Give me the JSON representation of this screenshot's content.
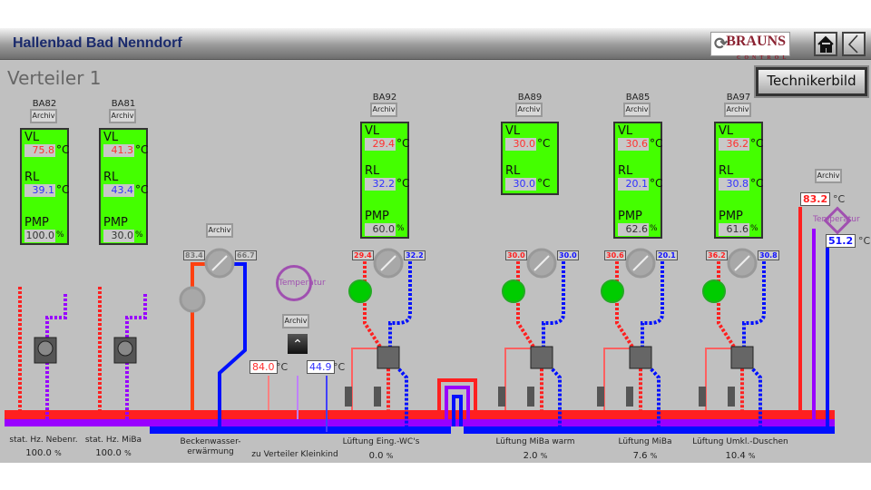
{
  "header": {
    "title": "Hallenbad Bad Nenndorf",
    "logo_text": "BRAUNS",
    "logo_sub": "CONTROL",
    "home_icon": "home-icon",
    "back_icon": "chevron-left-icon"
  },
  "page": {
    "title": "Verteiler 1",
    "technikerbild_label": "Technikerbild",
    "archiv": "Archiv",
    "unit_c": "°C",
    "unit_pct": "%",
    "temperatur": "Temperatur"
  },
  "colors": {
    "supply": "#ff2020",
    "return": "#0010ff",
    "mixed": "#9900ff",
    "panel": "#44ff00",
    "pump_on": "#00cc00"
  },
  "panels": [
    {
      "id": "BA82",
      "vl": "75.8",
      "rl": "39.1",
      "pmp": "100.0"
    },
    {
      "id": "BA81",
      "vl": "41.3",
      "rl": "43.4",
      "pmp": "30.0"
    },
    {
      "id": "BA92",
      "vl": "29.4",
      "rl": "32.2",
      "pmp": "60.0"
    },
    {
      "id": "BA89",
      "vl": "30.0",
      "rl": "30.0"
    },
    {
      "id": "BA85",
      "vl": "30.6",
      "rl": "20.1",
      "pmp": "62.6"
    },
    {
      "id": "BA97",
      "vl": "36.2",
      "rl": "30.8",
      "pmp": "61.6"
    }
  ],
  "panel_labels": {
    "vl": "VL",
    "rl": "RL",
    "pmp": "PMP"
  },
  "valves": [
    {
      "in": "83.4",
      "out": "66.7"
    },
    {
      "in": "29.4",
      "out": "32.2"
    },
    {
      "in": "30.0",
      "out": "30.0"
    },
    {
      "in": "30.6",
      "out": "20.1"
    },
    {
      "in": "36.2",
      "out": "30.8"
    }
  ],
  "kleinkind": {
    "supply": "84.0",
    "return": "44.9"
  },
  "main_temps": {
    "supply": "83.2",
    "return": "51.2"
  },
  "circuits": [
    {
      "label": "stat. Hz. Nebenr.",
      "pct": "100.0"
    },
    {
      "label": "stat. Hz. MiBa",
      "pct": "100.0"
    },
    {
      "label": "Beckenwasser-",
      "label2": "erwärmung"
    },
    {
      "label": "zu Verteiler Kleinkind"
    },
    {
      "label": "Lüftung Eing.-WC's",
      "pct": "0.0"
    },
    {
      "label": "Lüftung MiBa warm",
      "pct": "2.0"
    },
    {
      "label": "Lüftung MiBa",
      "pct": "7.6"
    },
    {
      "label": "Lüftung Umkl.-Duschen",
      "pct": "10.4"
    }
  ]
}
